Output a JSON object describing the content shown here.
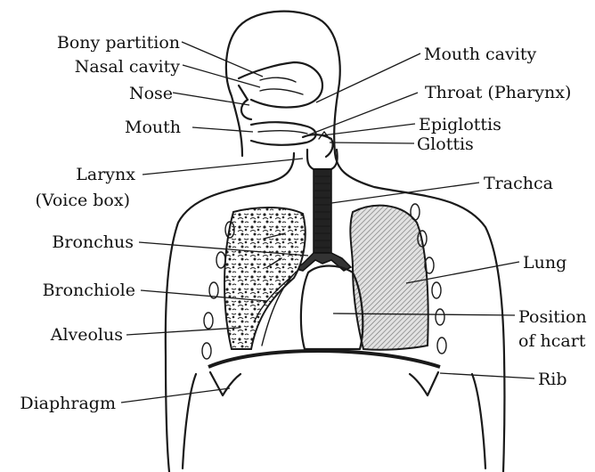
{
  "diagram": {
    "labels": {
      "bony_partition": "Bony partition",
      "nasal_cavity": "Nasal cavity",
      "nose": "Nose",
      "mouth": "Mouth",
      "larynx": "Larynx",
      "voice_box": "(Voice box)",
      "bronchus": "Bronchus",
      "bronchiole": "Bronchiole",
      "alveolus": "Alveolus",
      "diaphragm": "Diaphragm",
      "mouth_cavity": "Mouth cavity",
      "throat": "Throat (Pharynx)",
      "epiglottis": "Epiglottis",
      "glottis": "Glottis",
      "trachea": "Trachca",
      "lung": "Lung",
      "position": "Position",
      "of_heart": "of hcart",
      "rib": "Rib"
    }
  }
}
